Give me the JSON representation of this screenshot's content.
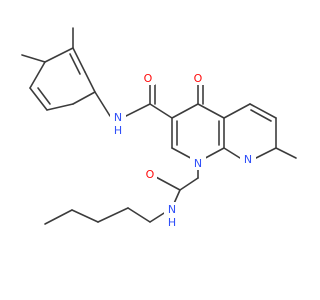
{
  "molecule": {
    "colors": {
      "bond": "#3c3c3c",
      "oxygen": "#ff0d0d",
      "nitrogen": "#3050f8",
      "carbon": "#3c3c3c"
    },
    "labels": {
      "carbonyl_o_amide": "O",
      "ring_ketone_o": "O",
      "amide_nh": "N",
      "amide_nh_h": "H",
      "ring_n1": "N",
      "pyridine_n": "N",
      "side_chain_o": "O",
      "side_chain_nh": "N",
      "side_chain_nh_h": "H"
    }
  }
}
